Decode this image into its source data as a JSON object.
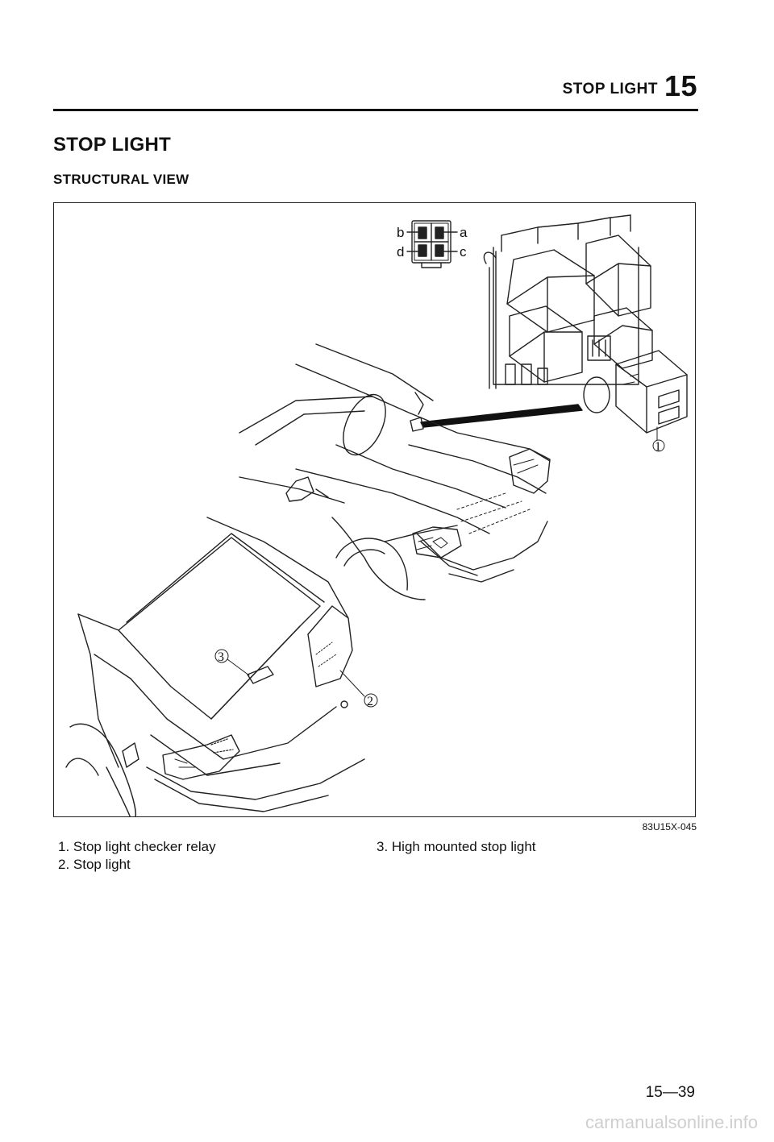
{
  "header": {
    "running_title": "STOP LIGHT",
    "section_number": "15"
  },
  "title": "STOP LIGHT",
  "subtitle": "STRUCTURAL VIEW",
  "figure": {
    "code": "83U15X-045",
    "connector_pins": [
      "a",
      "b",
      "c",
      "d"
    ],
    "callouts": [
      "1",
      "2",
      "3"
    ]
  },
  "legend": {
    "items": [
      "1. Stop light checker relay",
      "2. Stop light",
      "3. High mounted stop light"
    ]
  },
  "page_number": "15—39",
  "watermark": "carmanualsonline.info"
}
